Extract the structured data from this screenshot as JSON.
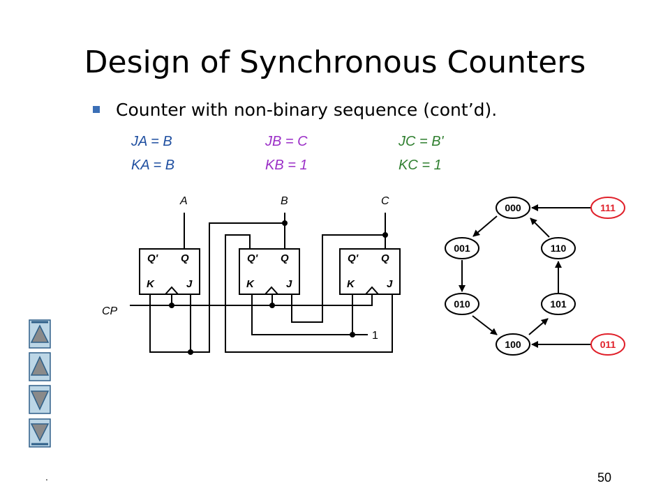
{
  "slide": {
    "title": "Design of Synchronous Counters",
    "bullet": "Counter with non-binary sequence (cont’d).",
    "footer_dot": ".",
    "number": "50"
  },
  "equations": {
    "ja": "JA = B",
    "jb": "JB = C",
    "jc": "JC = B'",
    "ka": "KA = B",
    "kb": "KB = 1",
    "kc": "KC = 1",
    "colors": {
      "a": "#1f4fa0",
      "b": "#9b2fc7",
      "c": "#2f7f2f"
    }
  },
  "circuit": {
    "outputs": [
      "A",
      "B",
      "C"
    ],
    "flipflop_labels": {
      "qbar": "Q'",
      "q": "Q",
      "k": "K",
      "j": "J"
    },
    "clock_label": "CP",
    "constant_label": "1"
  },
  "state_diagram": {
    "states": [
      "000",
      "001",
      "010",
      "100",
      "101",
      "110"
    ],
    "unused_states": [
      "111",
      "011"
    ],
    "transitions": [
      [
        "000",
        "001"
      ],
      [
        "001",
        "010"
      ],
      [
        "010",
        "100"
      ],
      [
        "100",
        "101"
      ],
      [
        "101",
        "110"
      ],
      [
        "110",
        "000"
      ],
      [
        "111",
        "000"
      ],
      [
        "011",
        "100"
      ]
    ],
    "unused_color": "#e0202a"
  },
  "navigation": {
    "icons": [
      "nav-first-icon",
      "nav-prev-icon",
      "nav-next-icon",
      "nav-last-icon"
    ]
  }
}
